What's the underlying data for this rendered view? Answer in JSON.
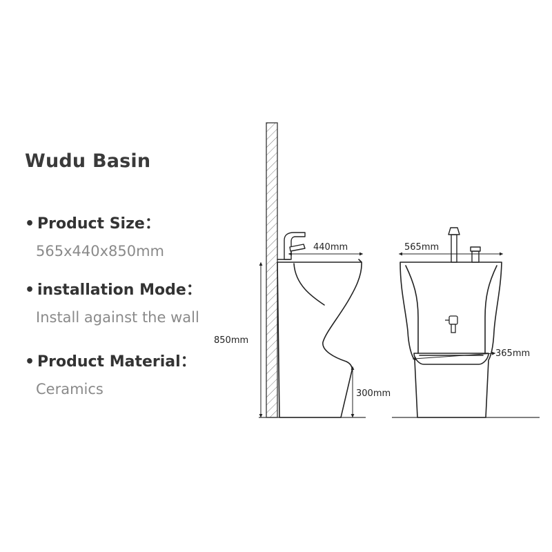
{
  "title": "Wudu Basin",
  "bullet": "•",
  "specs": [
    {
      "label": "Product Size：",
      "value": "565x440x850mm"
    },
    {
      "label": "installation Mode：",
      "value": "Install against the wall"
    },
    {
      "label": "Product Material：",
      "value": "Ceramics"
    }
  ],
  "dimensions": {
    "depth": "440mm",
    "width": "565mm",
    "height": "850mm",
    "pedestal_height": "300mm",
    "bowl_height": "365mm"
  }
}
